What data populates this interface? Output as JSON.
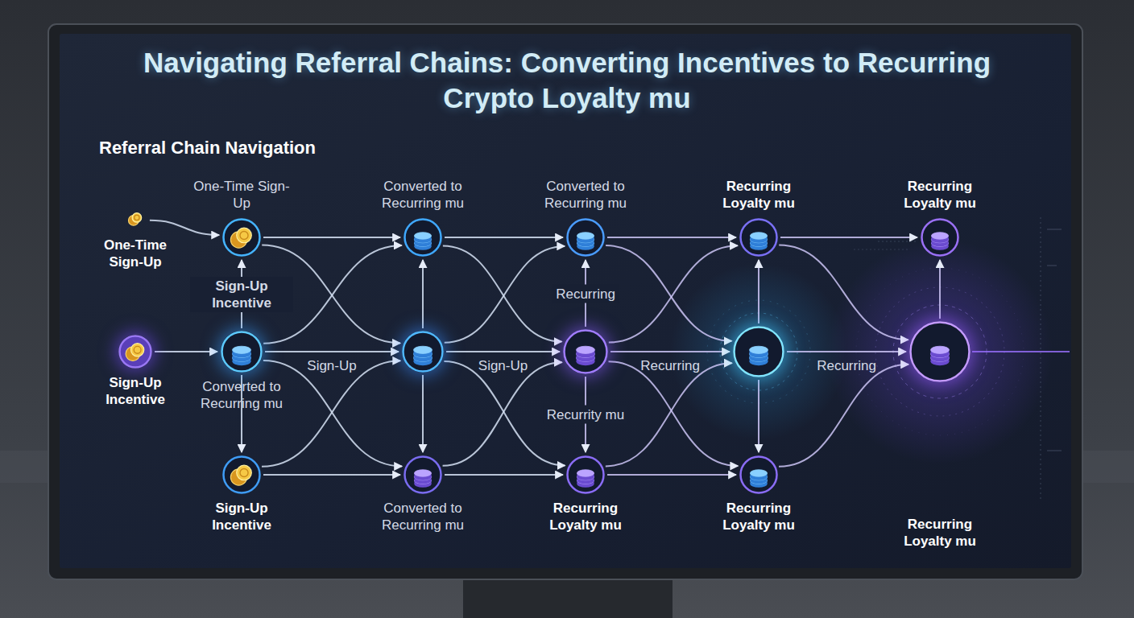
{
  "diagram": {
    "title": "Navigating Referral Chains: Converting Incentives to Recurring Crypto Loyalty mu",
    "nodes": [
      {
        "text": [
          "One-Time Sign-Up"
        ]
      },
      {
        "text": [
          "Sign-Up Incentive"
        ]
      },
      {
        "text": [
          "One-Time Sign-Up"
        ]
      },
      {
        "text": [
          "Converted to Recurring mu"
        ]
      },
      {
        "text": [
          "Sign-Up Incentive"
        ]
      },
      {
        "text": [
          "Converted to Recurring mu"
        ]
      },
      {
        "text": []
      },
      {
        "text": [
          "Converted to Recurring mu"
        ]
      },
      {
        "text": [
          "Converted to Recurring mu"
        ]
      },
      {
        "text": []
      },
      {
        "text": [
          "Recurring Loyalty mu"
        ]
      },
      {
        "text": [
          "Recurring Loyalty mu"
        ]
      },
      {
        "text": []
      },
      {
        "text": [
          "Recurring Loyalty mu"
        ]
      },
      {
        "text": [
          "Recurring Loyalty mu"
        ]
      },
      {
        "text": []
      }
    ],
    "edges": [
      {
        "from": 0,
        "to": 2,
        "arrow": "to"
      },
      {
        "from": 1,
        "to": 3,
        "arrow": "to"
      },
      {
        "from": 3,
        "to": 2,
        "label": "Sign-Up Incentive",
        "arrow": "to"
      },
      {
        "from": 3,
        "to": 4,
        "arrow": "to"
      },
      {
        "from": 2,
        "to": 5,
        "arrow": "to"
      },
      {
        "from": 2,
        "to": 6,
        "arrow": "to"
      },
      {
        "from": 3,
        "to": 5,
        "arrow": "to"
      },
      {
        "from": 3,
        "to": 6,
        "label": "Sign-Up",
        "arrow": "to"
      },
      {
        "from": 3,
        "to": 7,
        "arrow": "to"
      },
      {
        "from": 4,
        "to": 6,
        "arrow": "to"
      },
      {
        "from": 4,
        "to": 7,
        "arrow": "to"
      },
      {
        "from": 5,
        "to": 8,
        "arrow": "to"
      },
      {
        "from": 5,
        "to": 9,
        "arrow": "to"
      },
      {
        "from": 6,
        "to": 5,
        "arrow": "to"
      },
      {
        "from": 6,
        "to": 7,
        "arrow": "to"
      },
      {
        "from": 6,
        "to": 8,
        "arrow": "to"
      },
      {
        "from": 6,
        "to": 9,
        "label": "Sign-Up",
        "arrow": "to"
      },
      {
        "from": 6,
        "to": 10,
        "arrow": "to"
      },
      {
        "from": 7,
        "to": 9,
        "arrow": "to"
      },
      {
        "from": 7,
        "to": 10,
        "arrow": "to"
      },
      {
        "from": 9,
        "to": 8,
        "label": "Recurring",
        "arrow": "to"
      },
      {
        "from": 9,
        "to": 10,
        "label": "Recurrity mu",
        "arrow": "to"
      },
      {
        "from": 8,
        "to": 11,
        "arrow": "to"
      },
      {
        "from": 8,
        "to": 12,
        "arrow": "to"
      },
      {
        "from": 9,
        "to": 11,
        "arrow": "to"
      },
      {
        "from": 9,
        "to": 12,
        "label": "Recurring",
        "arrow": "to"
      },
      {
        "from": 9,
        "to": 13,
        "arrow": "to"
      },
      {
        "from": 10,
        "to": 12,
        "arrow": "to"
      },
      {
        "from": 10,
        "to": 13,
        "arrow": "to"
      },
      {
        "from": 12,
        "to": 11,
        "arrow": "to"
      },
      {
        "from": 12,
        "to": 13,
        "arrow": "to"
      },
      {
        "from": 11,
        "to": 14,
        "arrow": "to"
      },
      {
        "from": 11,
        "to": 15,
        "arrow": "to"
      },
      {
        "from": 12,
        "to": 15,
        "label": "Recurring",
        "arrow": "to"
      },
      {
        "from": 13,
        "to": 15,
        "arrow": "to"
      },
      {
        "from": 15,
        "to": 14,
        "arrow": "to"
      }
    ],
    "labels": [
      "Referral Chain Navigation",
      "Recurring Loyalty mu"
    ]
  }
}
